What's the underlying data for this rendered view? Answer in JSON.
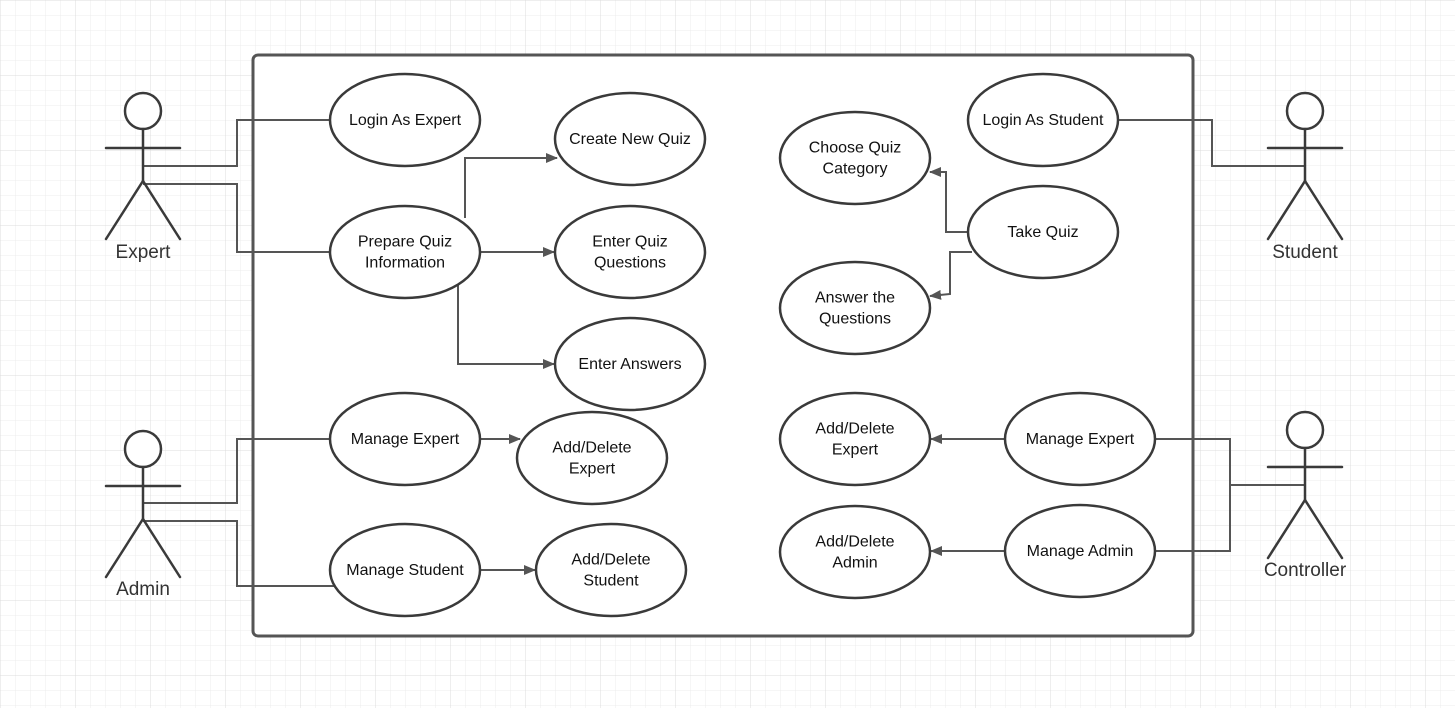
{
  "diagram": {
    "actors": [
      {
        "id": "expert",
        "label": "Expert"
      },
      {
        "id": "admin",
        "label": "Admin"
      },
      {
        "id": "student",
        "label": "Student"
      },
      {
        "id": "controller",
        "label": "Controller"
      }
    ],
    "use_cases": [
      {
        "id": "login-as-expert",
        "lines": [
          "Login As Expert"
        ]
      },
      {
        "id": "prepare-quiz-information",
        "lines": [
          "Prepare Quiz",
          "Information"
        ]
      },
      {
        "id": "create-new-quiz",
        "lines": [
          "Create New Quiz"
        ]
      },
      {
        "id": "enter-quiz-questions",
        "lines": [
          "Enter Quiz",
          "Questions"
        ]
      },
      {
        "id": "enter-answers",
        "lines": [
          "Enter Answers"
        ]
      },
      {
        "id": "manage-expert-admin",
        "lines": [
          "Manage Expert"
        ]
      },
      {
        "id": "add-delete-expert-admin",
        "lines": [
          "Add/Delete",
          "Expert"
        ]
      },
      {
        "id": "manage-student",
        "lines": [
          "Manage Student"
        ]
      },
      {
        "id": "add-delete-student",
        "lines": [
          "Add/Delete",
          "Student"
        ]
      },
      {
        "id": "login-as-student",
        "lines": [
          "Login As Student"
        ]
      },
      {
        "id": "choose-quiz-category",
        "lines": [
          "Choose Quiz",
          "Category"
        ]
      },
      {
        "id": "take-quiz",
        "lines": [
          "Take Quiz"
        ]
      },
      {
        "id": "answer-the-questions",
        "lines": [
          "Answer the",
          "Questions"
        ]
      },
      {
        "id": "add-delete-expert-controller",
        "lines": [
          "Add/Delete",
          "Expert"
        ]
      },
      {
        "id": "manage-expert-controller",
        "lines": [
          "Manage Expert"
        ]
      },
      {
        "id": "add-delete-admin",
        "lines": [
          "Add/Delete",
          "Admin"
        ]
      },
      {
        "id": "manage-admin",
        "lines": [
          "Manage Admin"
        ]
      }
    ],
    "associations": [
      {
        "from": "expert",
        "to": "login-as-expert"
      },
      {
        "from": "expert",
        "to": "prepare-quiz-information"
      },
      {
        "from": "admin",
        "to": "manage-expert-admin"
      },
      {
        "from": "admin",
        "to": "manage-student"
      },
      {
        "from": "student",
        "to": "login-as-student"
      },
      {
        "from": "controller",
        "to": "manage-expert-controller"
      },
      {
        "from": "controller",
        "to": "manage-admin"
      }
    ],
    "arrows": [
      {
        "from": "prepare-quiz-information",
        "to": "create-new-quiz"
      },
      {
        "from": "prepare-quiz-information",
        "to": "enter-quiz-questions"
      },
      {
        "from": "prepare-quiz-information",
        "to": "enter-answers"
      },
      {
        "from": "manage-expert-admin",
        "to": "add-delete-expert-admin"
      },
      {
        "from": "manage-student",
        "to": "add-delete-student"
      },
      {
        "from": "take-quiz",
        "to": "choose-quiz-category"
      },
      {
        "from": "take-quiz",
        "to": "answer-the-questions"
      },
      {
        "from": "manage-expert-controller",
        "to": "add-delete-expert-controller"
      },
      {
        "from": "manage-admin",
        "to": "add-delete-admin"
      }
    ]
  }
}
